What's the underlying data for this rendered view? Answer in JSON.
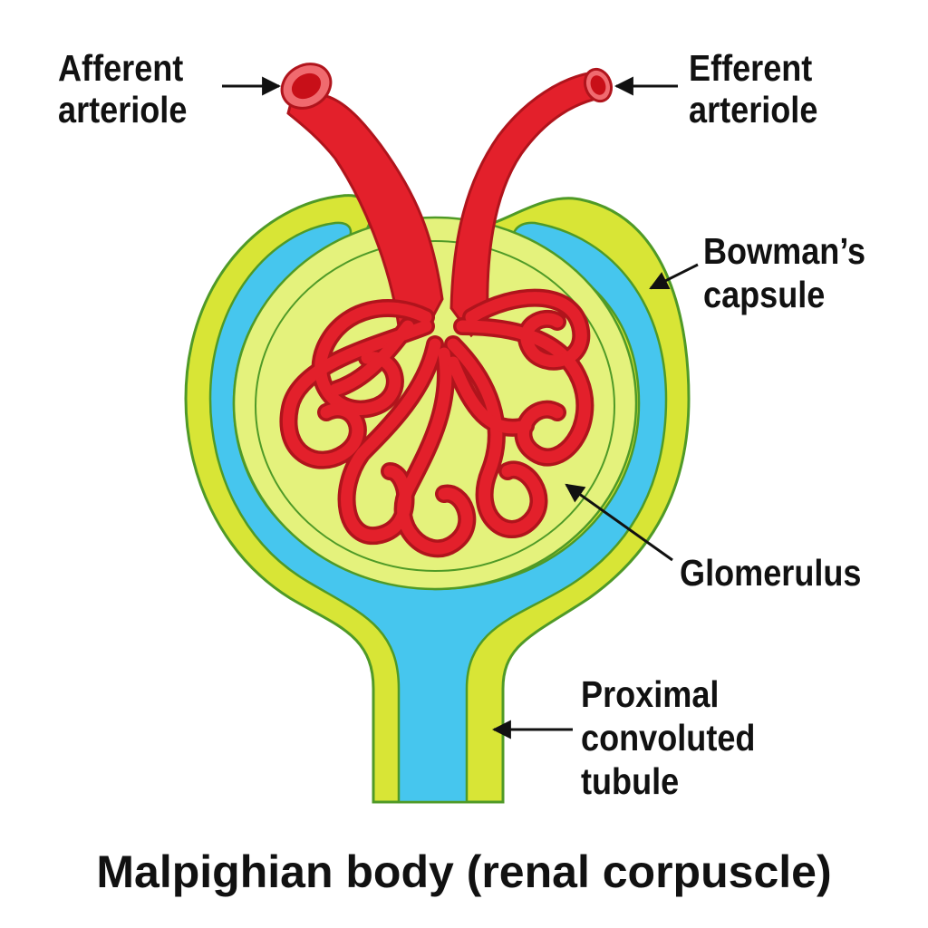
{
  "labels": {
    "afferent": [
      "Afferent",
      "arteriole"
    ],
    "efferent": [
      "Efferent",
      "arteriole"
    ],
    "bowman": [
      "Bowman’s",
      "capsule"
    ],
    "glomerulus": [
      "Glomerulus"
    ],
    "pct": [
      "Proximal",
      "convoluted",
      "tubule"
    ]
  },
  "caption": "Malpighian body (renal corpuscle)",
  "colors": {
    "capsule_outer": "#d8e536",
    "capsule_inner": "#e4f27c",
    "capsular_space": "#46c6ee",
    "outline": "#4f9a27",
    "vessel": "#e3202b",
    "vessel_dark": "#b0141c",
    "lumen": "#c80f18"
  }
}
